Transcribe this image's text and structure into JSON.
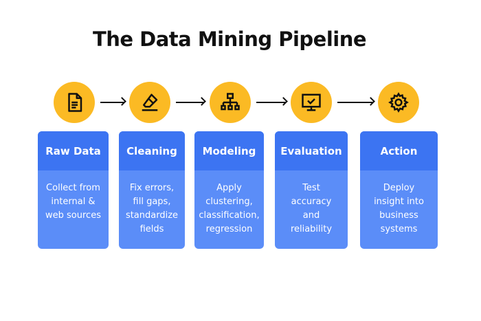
{
  "title": "The Data Mining Pipeline",
  "colors": {
    "circle": "#FBBA24",
    "card_header": "#3C74F2",
    "card_body": "#5B8DF8",
    "text_dark": "#111111"
  },
  "steps": [
    {
      "icon": "document-icon",
      "title": "Raw Data",
      "description": "Collect from\ninternal &\nweb sources"
    },
    {
      "icon": "eraser-icon",
      "title": "Cleaning",
      "description": "Fix errors,\nfill gaps,\nstandardize\nfields"
    },
    {
      "icon": "hierarchy-icon",
      "title": "Modeling",
      "description": "Apply\nclustering,\nclassification,\nregression"
    },
    {
      "icon": "monitor-check-icon",
      "title": "Evaluation",
      "description": "Test\naccuracy\nand\nreliability"
    },
    {
      "icon": "gear-icon",
      "title": "Action",
      "description": "Deploy\ninsight into\nbusiness\nsystems"
    }
  ]
}
